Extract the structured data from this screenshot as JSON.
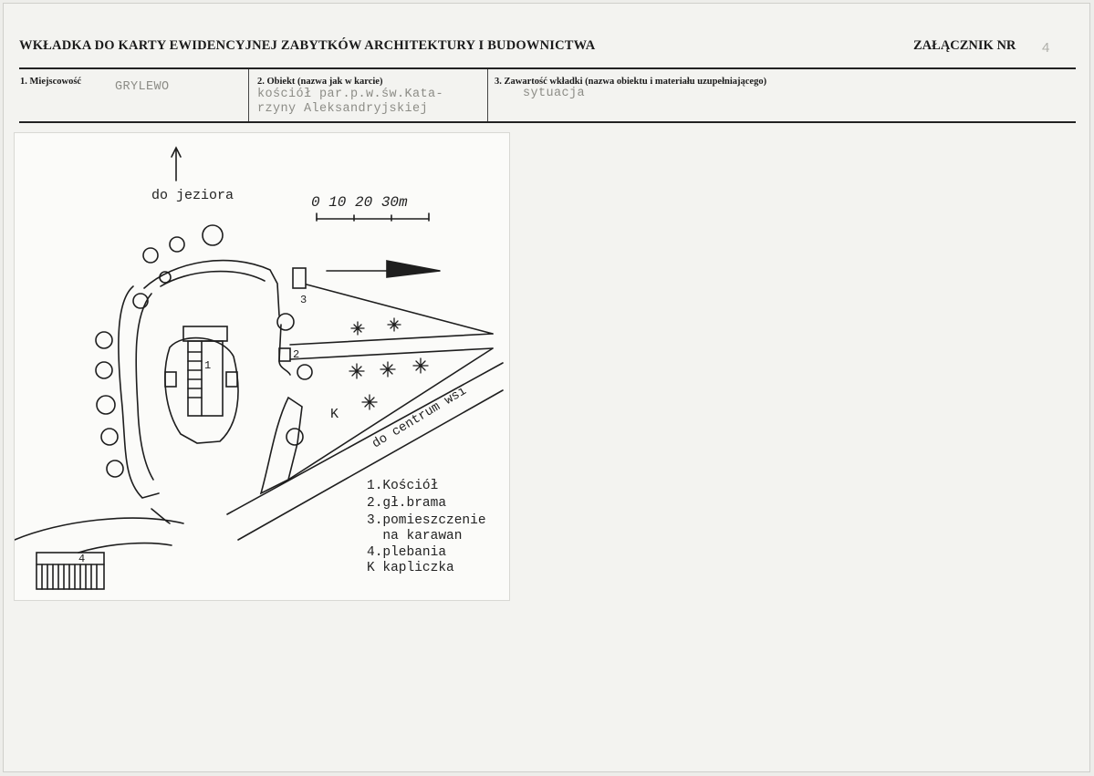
{
  "header": {
    "title": "WKŁADKA DO KARTY EWIDENCYJNEJ ZABYTKÓW ARCHITEKTURY I BUDOWNICTWA",
    "annex_label": "ZAŁĄCZNIK NR",
    "annex_number": "4"
  },
  "fields": {
    "locality": {
      "label": "1. Miejscowość",
      "value": "GRYLEWO"
    },
    "object": {
      "label": "2. Obiekt (nazwa jak w karcie)",
      "value_line1": "kościół par.p.w.św.Kata-",
      "value_line2": "rzyny Aleksandryjskiej"
    },
    "contents": {
      "label": "3. Zawartość wkładki (nazwa obiektu i materiału uzupełniającego)",
      "value": "sytuacja"
    }
  },
  "sketch": {
    "north_label": "do jeziora",
    "scale_label": "0  10  20  30m",
    "road_label": "do centrum wsi",
    "markers": {
      "church": "1",
      "gate": "2",
      "room": "3",
      "rectory": "4",
      "chapel": "K"
    },
    "legend": [
      "1.Kościół",
      "2.gł.brama",
      "3.pomieszczenie",
      "  na karawan",
      "4.plebania",
      "K kapliczka"
    ]
  }
}
